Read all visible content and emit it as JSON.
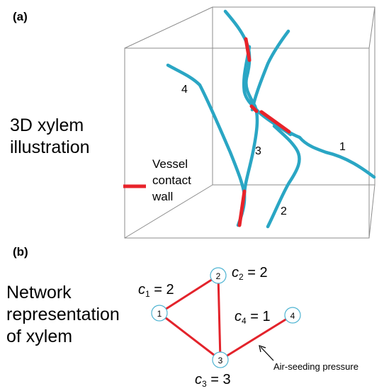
{
  "panel_a": {
    "label": "(a)",
    "title_lines": [
      "3D xylem",
      "illustration"
    ],
    "vessel_numbers": [
      "1",
      "2",
      "3",
      "4"
    ],
    "legend_lines": [
      "Vessel",
      "contact",
      "wall"
    ]
  },
  "panel_b": {
    "label": "(b)",
    "title_lines": [
      "Network",
      "representation",
      "of xylem"
    ],
    "nodes": [
      "1",
      "2",
      "3",
      "4"
    ],
    "capacities": [
      {
        "var": "c",
        "sub": "1",
        "rest": " = 2"
      },
      {
        "var": "c",
        "sub": "2",
        "rest": " = 2"
      },
      {
        "var": "c",
        "sub": "3",
        "rest": " = 3"
      },
      {
        "var": "c",
        "sub": "4",
        "rest": " = 1"
      }
    ],
    "arrow_label": "Air-seeding pressure"
  },
  "colors": {
    "vessel": "#2aa6c4",
    "contact": "#e8232a",
    "box": "#8c8c8c",
    "node_border": "#4fb4d2",
    "edge": "#e3232b"
  }
}
